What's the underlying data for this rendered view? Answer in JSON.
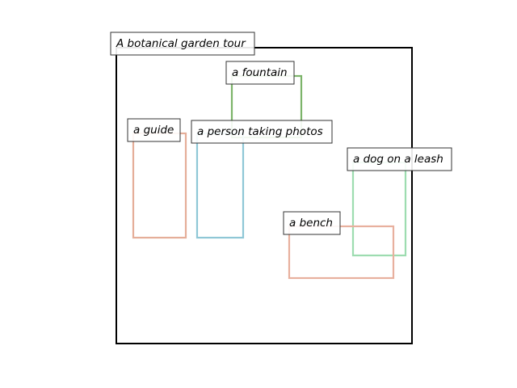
{
  "scene": {
    "caption": "A botanical garden tour",
    "objects": [
      {
        "id": "fountain",
        "label": "a fountain",
        "color": "#7cb46a"
      },
      {
        "id": "guide",
        "label": "a guide",
        "color": "#e5ae99"
      },
      {
        "id": "photographer",
        "label": "a person taking photos",
        "color": "#8fc7d6"
      },
      {
        "id": "dog",
        "label": "a dog on a leash",
        "color": "#9ddcb0"
      },
      {
        "id": "bench",
        "label": "a bench",
        "color": "#e8b09e"
      }
    ]
  },
  "colors": {
    "frame": "#000000",
    "label_border": "#333333",
    "label_fill": "#ffffff"
  }
}
